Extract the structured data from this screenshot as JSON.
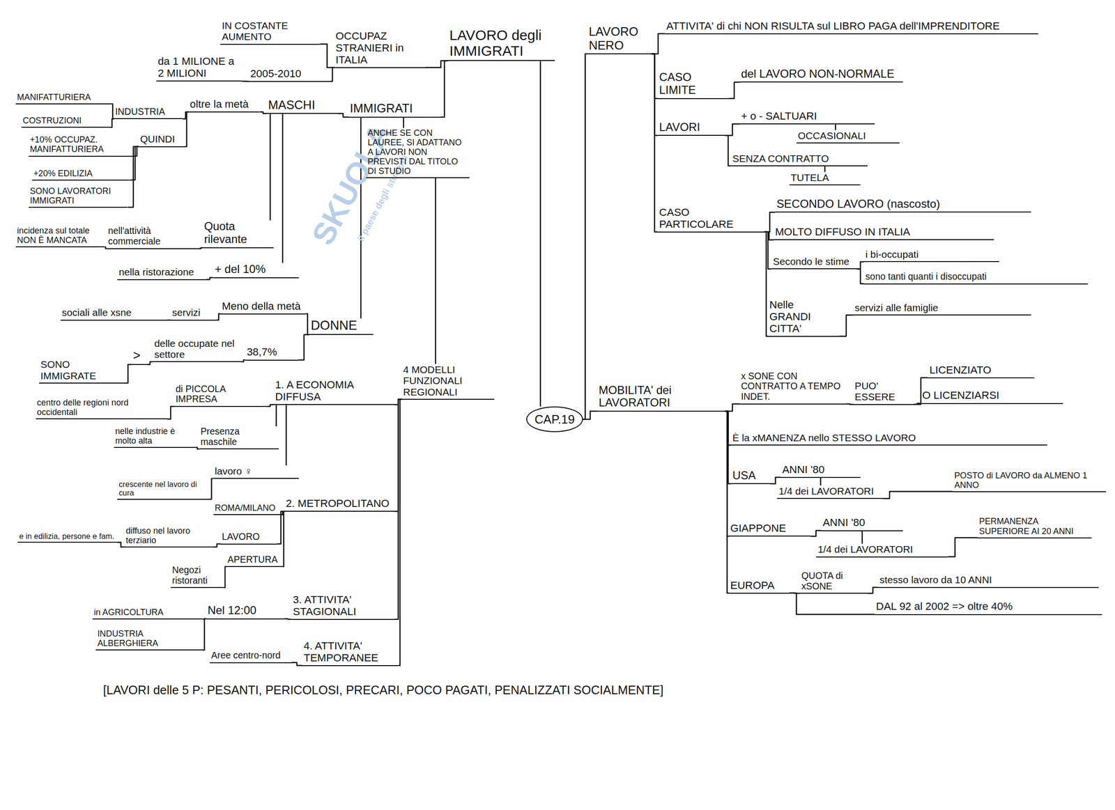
{
  "diagram": {
    "nodes": [
      {
        "text": [
          "CAP.19"
        ]
      },
      {
        "text": [
          "LAVORO degli IMMIGRATI"
        ]
      },
      {
        "text": [
          "OCCUPAZ STRANIERI in ITALIA"
        ]
      },
      {
        "text": [
          "IN COSTANTE AUMENTO"
        ]
      },
      {
        "text": [
          "2005-2010"
        ]
      },
      {
        "text": [
          "da 1 MILIONE a 2 MILIONI"
        ]
      },
      {
        "text": [
          "IMMIGRATI"
        ]
      },
      {
        "text": [
          "MASCHI"
        ]
      },
      {
        "text": [
          "oltre la metà"
        ]
      },
      {
        "text": [
          "INDUSTRIA"
        ]
      },
      {
        "text": [
          "MANIFATTURIERA"
        ]
      },
      {
        "text": [
          "COSTRUZIONI"
        ]
      },
      {
        "text": [
          "QUINDI"
        ]
      },
      {
        "text": [
          "+10% OCCUPAZ. MANIFATTURIERA"
        ]
      },
      {
        "text": [
          "+20% EDILIZIA"
        ]
      },
      {
        "text": [
          "SONO LAVORATORI IMMIGRATI"
        ]
      },
      {
        "text": [
          "Quota rilevante"
        ]
      },
      {
        "text": [
          "nell'attività commerciale"
        ]
      },
      {
        "text": [
          "incidenza sul totale NON È MANCATA"
        ]
      },
      {
        "text": [
          "+ del 10%"
        ]
      },
      {
        "text": [
          "nella ristorazione"
        ]
      },
      {
        "text": [
          "ANCHE SE CON LAUREE, SI ADATTANO A LAVORI NON PREVISTI DAL TITOLO DI STUDIO"
        ]
      },
      {
        "text": [
          "DONNE"
        ]
      },
      {
        "text": [
          "Meno della metà"
        ]
      },
      {
        "text": [
          "servizi"
        ]
      },
      {
        "text": [
          "sociali alle xsne"
        ]
      },
      {
        "text": [
          "38,7%"
        ]
      },
      {
        "text": [
          "delle occupate nel settore"
        ]
      },
      {
        "text": [
          ">"
        ]
      },
      {
        "text": [
          "SONO IMMIGRATE"
        ]
      },
      {
        "text": [
          "4 MODELLI FUNZIONALI REGIONALI"
        ]
      },
      {
        "text": [
          "1. A ECONOMIA DIFFUSA"
        ]
      },
      {
        "text": [
          "di PICCOLA IMPRESA"
        ]
      },
      {
        "text": [
          "centro delle regioni nord occidentali"
        ]
      },
      {
        "text": [
          "Presenza maschile"
        ]
      },
      {
        "text": [
          "nelle industrie è molto alta"
        ]
      },
      {
        "text": [
          "lavoro ♀"
        ]
      },
      {
        "text": [
          "crescente nel lavoro di cura"
        ]
      },
      {
        "text": [
          "2. METROPOLITANO"
        ]
      },
      {
        "text": [
          "ROMA/MILANO"
        ]
      },
      {
        "text": [
          "LAVORO"
        ]
      },
      {
        "text": [
          "diffuso nel lavoro terziario"
        ]
      },
      {
        "text": [
          "e in edilizia, persone e fam."
        ]
      },
      {
        "text": [
          "APERTURA"
        ]
      },
      {
        "text": [
          "Negozi ristoranti"
        ]
      },
      {
        "text": [
          "3. ATTIVITA' STAGIONALI"
        ]
      },
      {
        "text": [
          "Nel 12:00"
        ]
      },
      {
        "text": [
          "in AGRICOLTURA"
        ]
      },
      {
        "text": [
          "INDUSTRIA ALBERGHIERA"
        ]
      },
      {
        "text": [
          "Aree centro-nord"
        ]
      },
      {
        "text": [
          "4. ATTIVITA' TEMPORANEE"
        ]
      },
      {
        "text": [
          "LAVORO NERO"
        ]
      },
      {
        "text": [
          "ATTIVITA' di chi NON RISULTA sul LIBRO PAGA dell'IMPRENDITORE"
        ]
      },
      {
        "text": [
          "CASO LIMITE"
        ]
      },
      {
        "text": [
          "del LAVORO NON-NORMALE"
        ]
      },
      {
        "text": [
          "LAVORI"
        ]
      },
      {
        "text": [
          "+ o - SALTUARI"
        ]
      },
      {
        "text": [
          "OCCASIONALI"
        ]
      },
      {
        "text": [
          "SENZA CONTRATTO"
        ]
      },
      {
        "text": [
          "TUTELA"
        ]
      },
      {
        "text": [
          "CASO PARTICOLARE"
        ]
      },
      {
        "text": [
          "SECONDO LAVORO (nascosto)"
        ]
      },
      {
        "text": [
          "MOLTO DIFFUSO IN ITALIA"
        ]
      },
      {
        "text": [
          "Secondo le stime"
        ]
      },
      {
        "text": [
          "i bi-occupati"
        ]
      },
      {
        "text": [
          "sono tanti quanti i disoccupati"
        ]
      },
      {
        "text": [
          "Nelle GRANDI CITTA'"
        ]
      },
      {
        "text": [
          "servizi alle famiglie"
        ]
      },
      {
        "text": [
          "MOBILITA' dei LAVORATORI"
        ]
      },
      {
        "text": [
          "x SONE CON CONTRATTO A TEMPO INDET."
        ]
      },
      {
        "text": [
          "PUO' ESSERE"
        ]
      },
      {
        "text": [
          "LICENZIATO"
        ]
      },
      {
        "text": [
          "O LICENZIARSI"
        ]
      },
      {
        "text": [
          "È la xMANENZA nello STESSO LAVORO"
        ]
      },
      {
        "text": [
          "USA"
        ]
      },
      {
        "text": [
          "ANNI '80"
        ]
      },
      {
        "text": [
          "1/4 dei LAVORATORI"
        ]
      },
      {
        "text": [
          "POSTO di LAVORO da ALMENO 1 ANNO"
        ]
      },
      {
        "text": [
          "GIAPPONE"
        ]
      },
      {
        "text": [
          "ANNI '80"
        ]
      },
      {
        "text": [
          "1/4 dei LAVORATORI"
        ]
      },
      {
        "text": [
          "PERMANENZA SUPERIORE AI 20 ANNI"
        ]
      },
      {
        "text": [
          "EUROPA"
        ]
      },
      {
        "text": [
          "QUOTA di xSONE"
        ]
      },
      {
        "text": [
          "stesso lavoro da 10 ANNI"
        ]
      },
      {
        "text": [
          "DAL 92 al 2002 => oltre 40%"
        ]
      }
    ],
    "edges": [
      {
        "from": 0,
        "to": 1,
        "arrow": "none"
      },
      {
        "from": 1,
        "to": 2,
        "arrow": "none"
      },
      {
        "from": 2,
        "to": 3,
        "arrow": "none"
      },
      {
        "from": 2,
        "to": 4,
        "arrow": "none"
      },
      {
        "from": 4,
        "to": 5,
        "arrow": "none"
      },
      {
        "from": 1,
        "to": 6,
        "arrow": "none"
      },
      {
        "from": 6,
        "to": 7,
        "arrow": "none"
      },
      {
        "from": 7,
        "to": 8,
        "arrow": "none"
      },
      {
        "from": 8,
        "to": 9,
        "arrow": "none"
      },
      {
        "from": 9,
        "to": 10,
        "arrow": "none"
      },
      {
        "from": 9,
        "to": 11,
        "arrow": "none"
      },
      {
        "from": 8,
        "to": 12,
        "arrow": "none"
      },
      {
        "from": 12,
        "to": 13,
        "arrow": "none"
      },
      {
        "from": 12,
        "to": 14,
        "arrow": "none"
      },
      {
        "from": 12,
        "to": 15,
        "arrow": "none"
      },
      {
        "from": 7,
        "to": 16,
        "arrow": "none"
      },
      {
        "from": 16,
        "to": 17,
        "arrow": "none"
      },
      {
        "from": 17,
        "to": 18,
        "arrow": "none"
      },
      {
        "from": 7,
        "to": 19,
        "arrow": "none"
      },
      {
        "from": 19,
        "to": 20,
        "arrow": "none"
      },
      {
        "from": 6,
        "to": 21,
        "arrow": "none"
      },
      {
        "from": 6,
        "to": 22,
        "arrow": "none"
      },
      {
        "from": 22,
        "to": 23,
        "arrow": "none"
      },
      {
        "from": 23,
        "to": 24,
        "arrow": "none"
      },
      {
        "from": 24,
        "to": 25,
        "arrow": "none"
      },
      {
        "from": 22,
        "to": 26,
        "arrow": "none"
      },
      {
        "from": 26,
        "to": 27,
        "arrow": "none"
      },
      {
        "from": 27,
        "to": 28,
        "arrow": "none"
      },
      {
        "from": 28,
        "to": 29,
        "arrow": "none"
      },
      {
        "from": 21,
        "to": 30,
        "arrow": "none"
      },
      {
        "from": 30,
        "to": 31,
        "arrow": "none"
      },
      {
        "from": 31,
        "to": 32,
        "arrow": "none"
      },
      {
        "from": 32,
        "to": 33,
        "arrow": "none"
      },
      {
        "from": 31,
        "to": 34,
        "arrow": "none"
      },
      {
        "from": 34,
        "to": 35,
        "arrow": "none"
      },
      {
        "from": 31,
        "to": 36,
        "arrow": "none"
      },
      {
        "from": 36,
        "to": 37,
        "arrow": "none"
      },
      {
        "from": 30,
        "to": 38,
        "arrow": "none"
      },
      {
        "from": 38,
        "to": 39,
        "arrow": "none"
      },
      {
        "from": 38,
        "to": 40,
        "arrow": "none"
      },
      {
        "from": 40,
        "to": 41,
        "arrow": "none"
      },
      {
        "from": 41,
        "to": 42,
        "arrow": "none"
      },
      {
        "from": 38,
        "to": 43,
        "arrow": "none"
      },
      {
        "from": 43,
        "to": 44,
        "arrow": "none"
      },
      {
        "from": 30,
        "to": 45,
        "arrow": "none"
      },
      {
        "from": 45,
        "to": 46,
        "arrow": "none"
      },
      {
        "from": 46,
        "to": 47,
        "arrow": "none"
      },
      {
        "from": 46,
        "to": 48,
        "arrow": "none"
      },
      {
        "from": 30,
        "to": 50,
        "arrow": "none"
      },
      {
        "from": 50,
        "to": 49,
        "arrow": "none"
      },
      {
        "from": 0,
        "to": 51,
        "arrow": "none"
      },
      {
        "from": 51,
        "to": 52,
        "arrow": "none"
      },
      {
        "from": 51,
        "to": 53,
        "arrow": "none"
      },
      {
        "from": 53,
        "to": 54,
        "arrow": "none"
      },
      {
        "from": 51,
        "to": 55,
        "arrow": "none"
      },
      {
        "from": 55,
        "to": 56,
        "arrow": "none"
      },
      {
        "from": 56,
        "to": 57,
        "arrow": "none"
      },
      {
        "from": 55,
        "to": 58,
        "arrow": "none"
      },
      {
        "from": 58,
        "to": 59,
        "arrow": "none"
      },
      {
        "from": 51,
        "to": 60,
        "arrow": "none"
      },
      {
        "from": 60,
        "to": 61,
        "arrow": "none"
      },
      {
        "from": 60,
        "to": 62,
        "arrow": "none"
      },
      {
        "from": 60,
        "to": 63,
        "arrow": "none"
      },
      {
        "from": 63,
        "to": 64,
        "arrow": "none"
      },
      {
        "from": 63,
        "to": 65,
        "arrow": "none"
      },
      {
        "from": 60,
        "to": 66,
        "arrow": "none"
      },
      {
        "from": 66,
        "to": 67,
        "arrow": "none"
      },
      {
        "from": 0,
        "to": 68,
        "arrow": "none"
      },
      {
        "from": 68,
        "to": 69,
        "arrow": "none"
      },
      {
        "from": 69,
        "to": 70,
        "arrow": "none"
      },
      {
        "from": 70,
        "to": 71,
        "arrow": "none"
      },
      {
        "from": 70,
        "to": 72,
        "arrow": "none"
      },
      {
        "from": 68,
        "to": 73,
        "arrow": "none"
      },
      {
        "from": 68,
        "to": 74,
        "arrow": "none"
      },
      {
        "from": 74,
        "to": 75,
        "arrow": "none"
      },
      {
        "from": 75,
        "to": 76,
        "arrow": "none"
      },
      {
        "from": 76,
        "to": 77,
        "arrow": "none"
      },
      {
        "from": 68,
        "to": 78,
        "arrow": "none"
      },
      {
        "from": 78,
        "to": 79,
        "arrow": "none"
      },
      {
        "from": 79,
        "to": 80,
        "arrow": "none"
      },
      {
        "from": 80,
        "to": 81,
        "arrow": "none"
      },
      {
        "from": 68,
        "to": 82,
        "arrow": "none"
      },
      {
        "from": 82,
        "to": 83,
        "arrow": "none"
      },
      {
        "from": 83,
        "to": 84,
        "arrow": "none"
      },
      {
        "from": 82,
        "to": 85,
        "arrow": "none"
      }
    ],
    "labels": [
      "[LAVORI delle 5 P: PESANTI, PERICOLOSI, PRECARI, POCO PAGATI, PENALIZZATI SOCIALMENTE]",
      "SKUOLA",
      "il paese degli studenti"
    ]
  }
}
